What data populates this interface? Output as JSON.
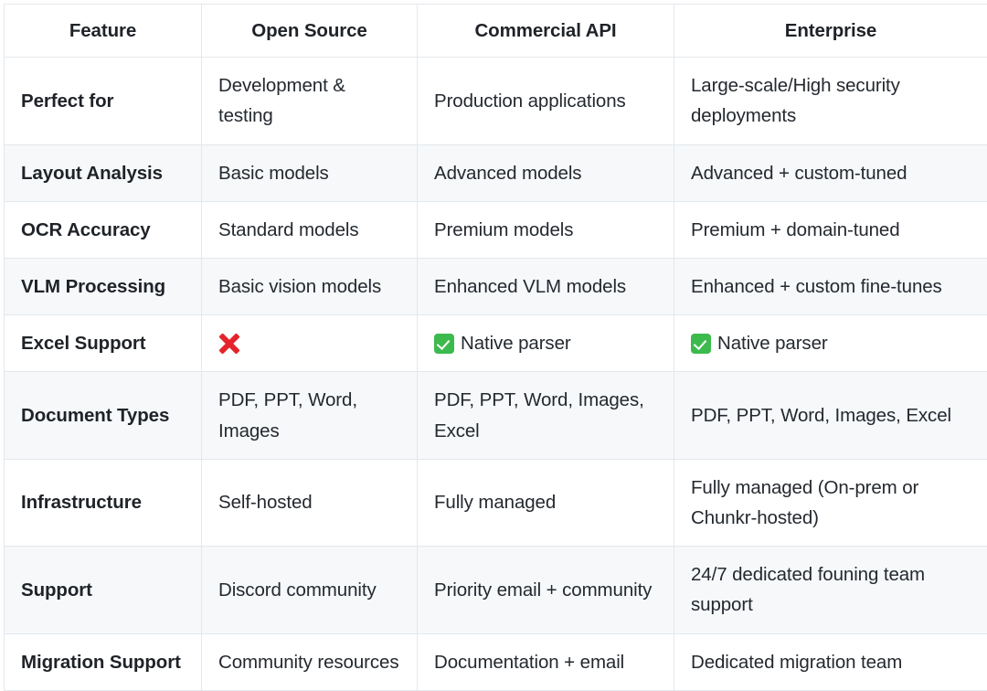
{
  "table": {
    "name": "feature-comparison-table",
    "columns": [
      "Feature",
      "Open Source",
      "Commercial API",
      "Enterprise"
    ],
    "rows": [
      {
        "feature": "Perfect for",
        "open_source": "Development & testing",
        "commercial_api": "Production applications",
        "enterprise": "Large-scale/High security deployments",
        "shaded": false
      },
      {
        "feature": "Layout Analysis",
        "open_source": "Basic models",
        "commercial_api": "Advanced models",
        "enterprise": "Advanced + custom-tuned",
        "shaded": true
      },
      {
        "feature": "OCR Accuracy",
        "open_source": "Standard models",
        "commercial_api": "Premium models",
        "enterprise": "Premium + domain-tuned",
        "shaded": false
      },
      {
        "feature": "VLM Processing",
        "open_source": "Basic vision models",
        "commercial_api": "Enhanced VLM models",
        "enterprise": "Enhanced + custom fine-tunes",
        "shaded": true
      },
      {
        "feature": "Excel Support",
        "open_source": "",
        "open_source_icon": "cross-mark-icon",
        "commercial_api": "Native parser",
        "commercial_api_icon": "check-mark-button-icon",
        "enterprise": "Native parser",
        "enterprise_icon": "check-mark-button-icon",
        "shaded": false
      },
      {
        "feature": "Document Types",
        "open_source": "PDF, PPT, Word, Images",
        "commercial_api": "PDF, PPT, Word, Images, Excel",
        "enterprise": "PDF, PPT, Word, Images, Excel",
        "shaded": true
      },
      {
        "feature": "Infrastructure",
        "open_source": "Self-hosted",
        "commercial_api": "Fully managed",
        "enterprise": "Fully managed (On-prem or Chunkr-hosted)",
        "shaded": false
      },
      {
        "feature": "Support",
        "open_source": "Discord community",
        "commercial_api": "Priority email + community",
        "enterprise": "24/7 dedicated founing team support",
        "shaded": true
      },
      {
        "feature": "Migration Support",
        "open_source": "Community resources",
        "commercial_api": "Documentation + email",
        "enterprise": "Dedicated migration team",
        "shaded": false
      }
    ]
  },
  "colors": {
    "text": "#1f2328",
    "border": "#e3e8ed",
    "row_shaded": "#f6f8fa",
    "row_plain": "#ffffff",
    "cross": "#e3242b",
    "check": "#3dba4e"
  }
}
